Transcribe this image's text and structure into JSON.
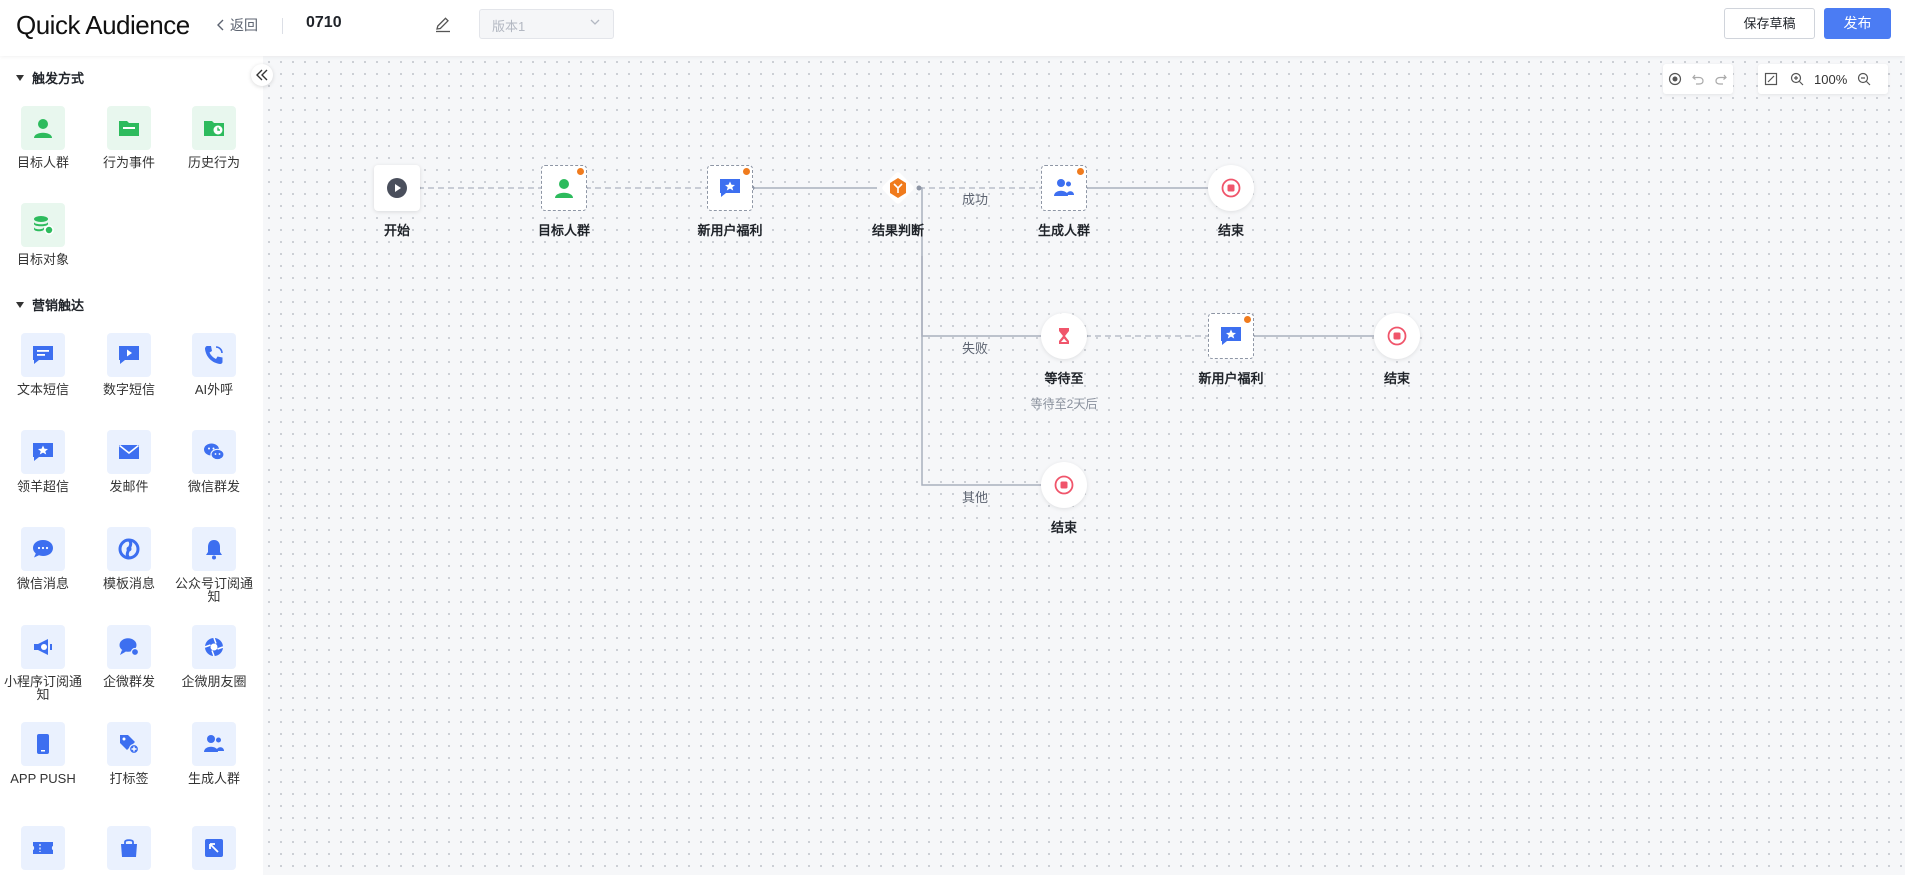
{
  "header": {
    "logo": "Quick Audience",
    "back_label": "返回",
    "journey_name": "0710",
    "version_placeholder": "版本1",
    "save_draft_label": "保存草稿",
    "publish_label": "发布"
  },
  "sidebar": {
    "sections": [
      {
        "title": "触发方式",
        "items": [
          "目标人群",
          "行为事件",
          "历史行为",
          "目标对象"
        ]
      },
      {
        "title": "营销触达",
        "items": [
          "文本短信",
          "数字短信",
          "AI外呼",
          "领羊超信",
          "发邮件",
          "微信群发",
          "微信消息",
          "模板消息",
          "公众号订阅通知",
          "小程序订阅通知",
          "企微群发",
          "企微朋友圈",
          "APP PUSH",
          "打标签",
          "生成人群"
        ]
      }
    ]
  },
  "canvas": {
    "zoom_label": "100%",
    "nodes": [
      {
        "name": "开始"
      },
      {
        "name": "目标人群"
      },
      {
        "name": "新用户福利"
      },
      {
        "name": "结果判断"
      },
      {
        "name": "生成人群"
      },
      {
        "name": "结束"
      },
      {
        "name": "等待至",
        "sub": "等待至2天后"
      },
      {
        "name": "新用户福利"
      },
      {
        "name": "结束"
      },
      {
        "name": "结束"
      }
    ],
    "branch_labels": [
      "成功",
      "失败",
      "其他"
    ]
  },
  "colors": {
    "accent": "#4b7cf3",
    "green_icon": "#2dbb5d",
    "blue_icon": "#3d6ff0",
    "orange": "#f07b1d",
    "end_red": "#f0556b"
  }
}
